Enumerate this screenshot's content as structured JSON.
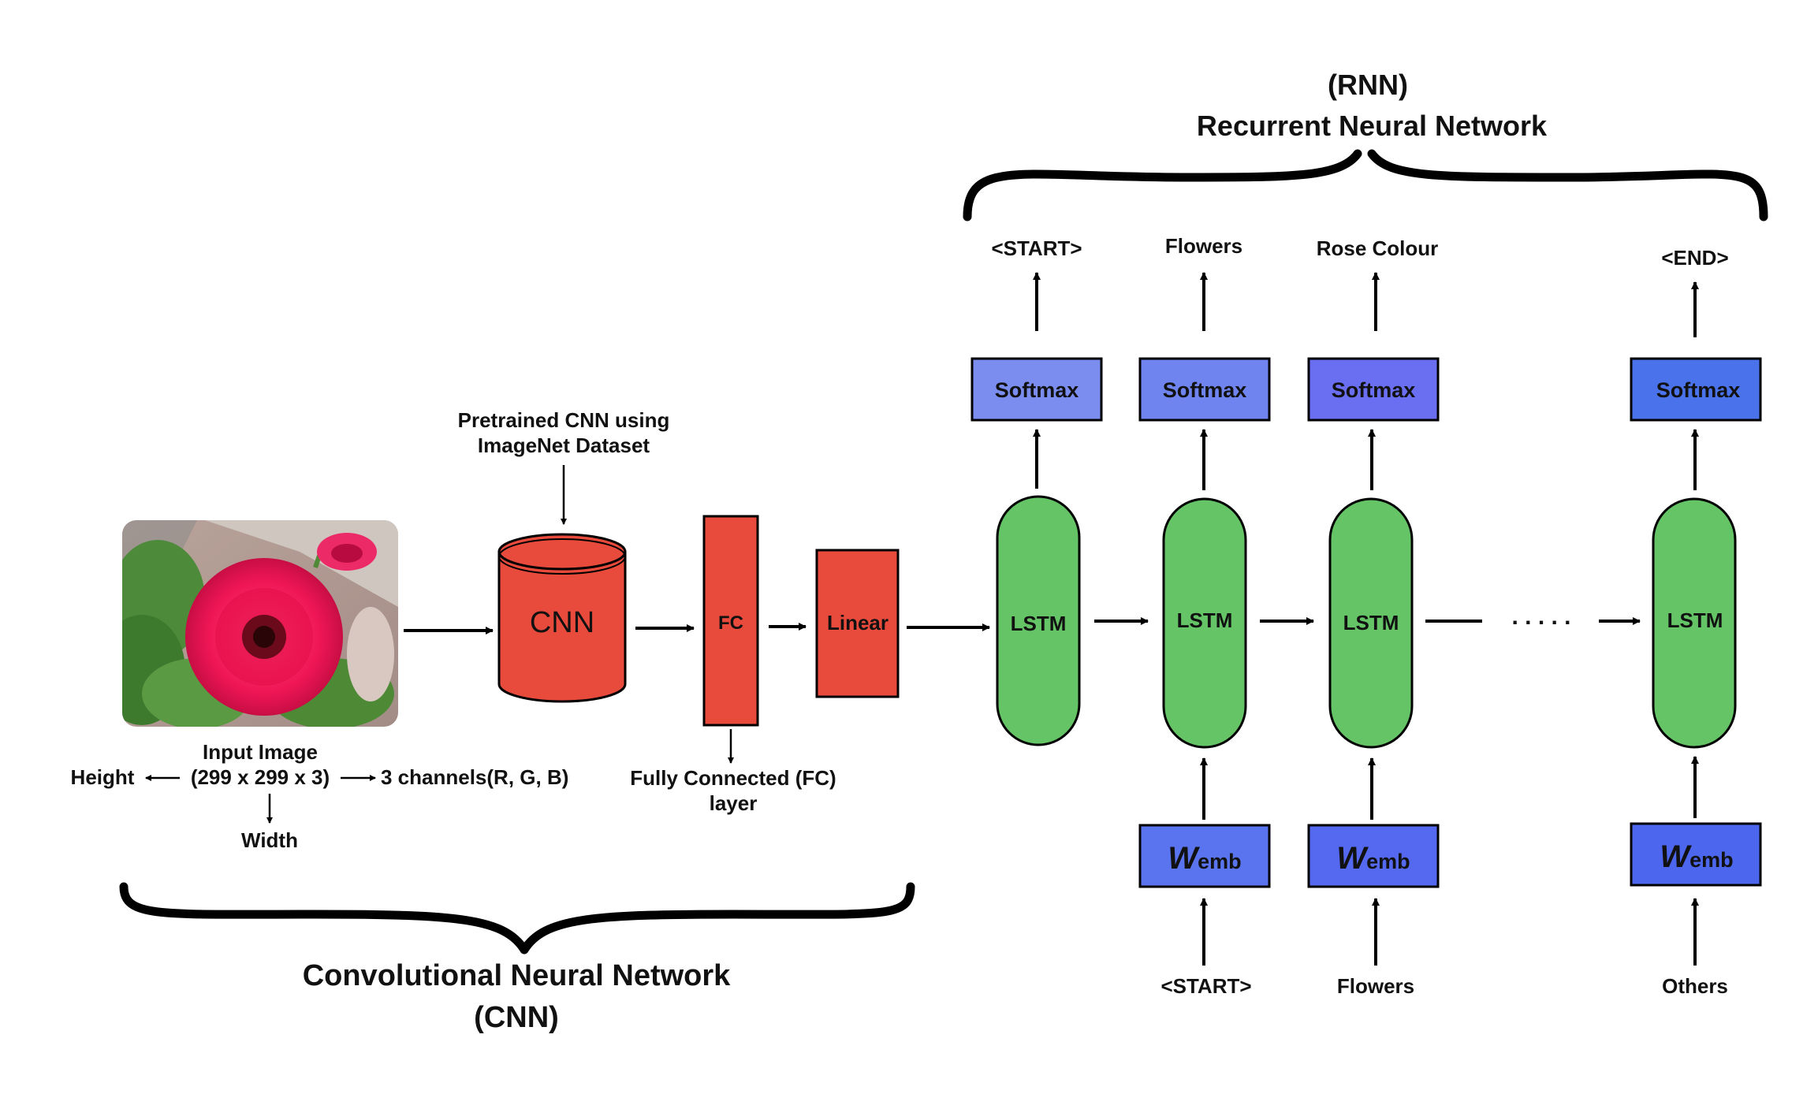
{
  "rnn": {
    "title_abbr": "(RNN)",
    "title": "Recurrent Neural Network"
  },
  "cnn": {
    "title": "Convolutional Neural Network",
    "title_abbr": "(CNN)",
    "pretrained_line1": "Pretrained CNN using",
    "pretrained_line2": "ImageNet Dataset",
    "cylinder_label": "CNN",
    "fc_label": "FC",
    "linear_label": "Linear",
    "fc_caption_line1": "Fully Connected (FC)",
    "fc_caption_line2": "layer"
  },
  "input": {
    "caption": "Input Image",
    "dims": "(299 x 299 x 3)",
    "height": "Height",
    "width": "Width",
    "channels": "3 channels(R, G, B)"
  },
  "steps": [
    {
      "output": "<START>",
      "softmax": "Softmax",
      "lstm": "LSTM",
      "softmax_color": "#7b8ef0"
    },
    {
      "output": "Flowers",
      "softmax": "Softmax",
      "lstm": "LSTM",
      "emb_main": "W",
      "emb_sub": "emb",
      "input": "<START>",
      "softmax_color": "#6f84ef",
      "emb_color": "#5a73ee"
    },
    {
      "output": "Rose Colour",
      "softmax": "Softmax",
      "lstm": "LSTM",
      "emb_main": "W",
      "emb_sub": "emb",
      "input": "Flowers",
      "softmax_color": "#6a6ef0",
      "emb_color": "#5468f0"
    },
    {
      "output": "<END>",
      "softmax": "Softmax",
      "lstm": "LSTM",
      "emb_main": "W",
      "emb_sub": "emb",
      "input": "Others",
      "softmax_color": "#4a72ea",
      "emb_color": "#4d66ee"
    }
  ],
  "ellipsis": ". . . . .",
  "colors": {
    "red_block": "#e84a3c",
    "lstm_green": "#64c466"
  }
}
